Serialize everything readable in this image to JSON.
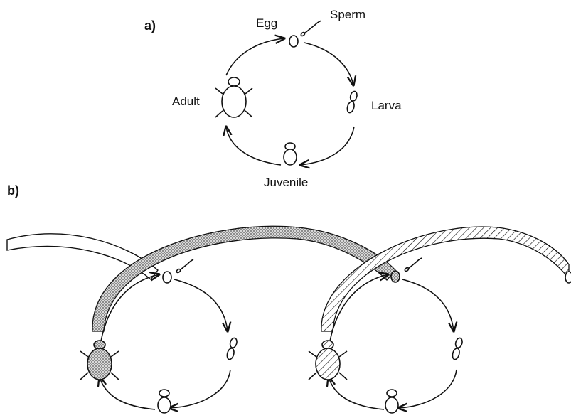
{
  "panel_a": {
    "label": "a)",
    "stages": {
      "egg": "Egg",
      "sperm": "Sperm",
      "larva": "Larva",
      "juvenile": "Juvenile",
      "adult": "Adult"
    }
  },
  "panel_b": {
    "label": "b)"
  },
  "colors": {
    "ink": "#111111",
    "background": "#ffffff",
    "stipple_fill": "#9a9a9a"
  }
}
